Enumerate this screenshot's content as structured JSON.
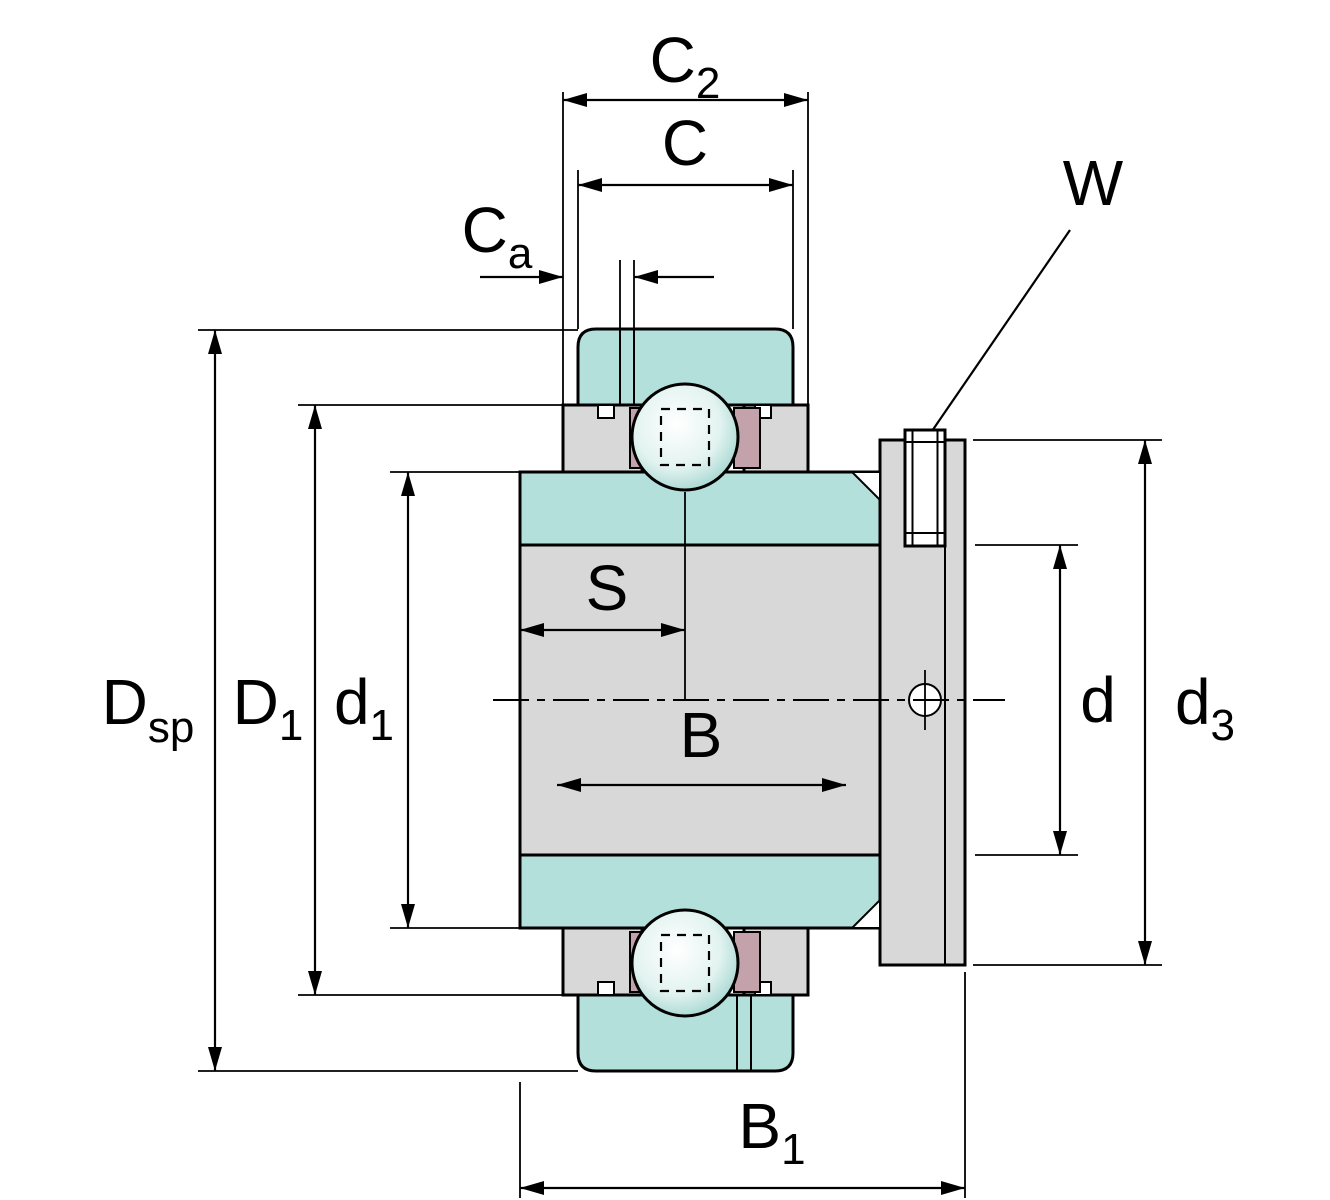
{
  "diagram": {
    "subject": "bearing-cross-section-dimension-drawing",
    "labels": {
      "c2": {
        "main": "C",
        "sub": "2"
      },
      "c": {
        "main": "C",
        "sub": ""
      },
      "ca": {
        "main": "C",
        "sub": "a"
      },
      "w": {
        "main": "W",
        "sub": ""
      },
      "dsp": {
        "main": "D",
        "sub": "sp"
      },
      "D1": {
        "main": "D",
        "sub": "1"
      },
      "d1": {
        "main": "d",
        "sub": "1"
      },
      "s": {
        "main": "S",
        "sub": ""
      },
      "b": {
        "main": "B",
        "sub": ""
      },
      "d": {
        "main": "d",
        "sub": ""
      },
      "d3": {
        "main": "d",
        "sub": "3"
      },
      "b1": {
        "main": "B",
        "sub": "1"
      }
    },
    "colors": {
      "background": "#ffffff",
      "line": "#000000",
      "ring_teal": "#b4e0db",
      "metal_gray": "#d8d8d8",
      "seal_pink": "#c4a2ac",
      "ball_highlight": "#ffffff",
      "ball_mid": "#e2f3f0",
      "ball_edge": "#8fccc6"
    }
  }
}
